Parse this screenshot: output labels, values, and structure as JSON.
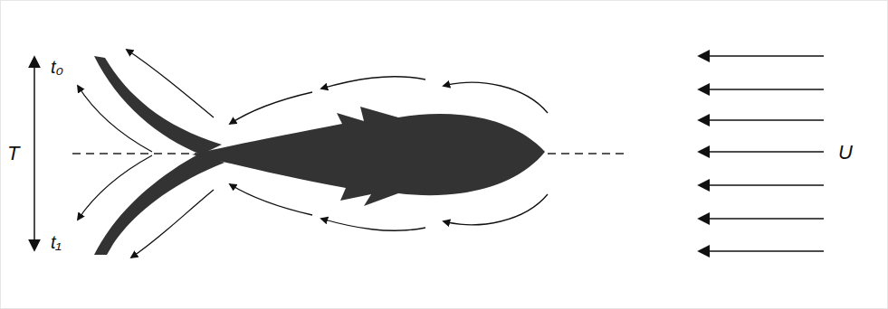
{
  "diagram": {
    "labels": [
      "T",
      "t₀",
      "t₁",
      "U"
    ]
  }
}
